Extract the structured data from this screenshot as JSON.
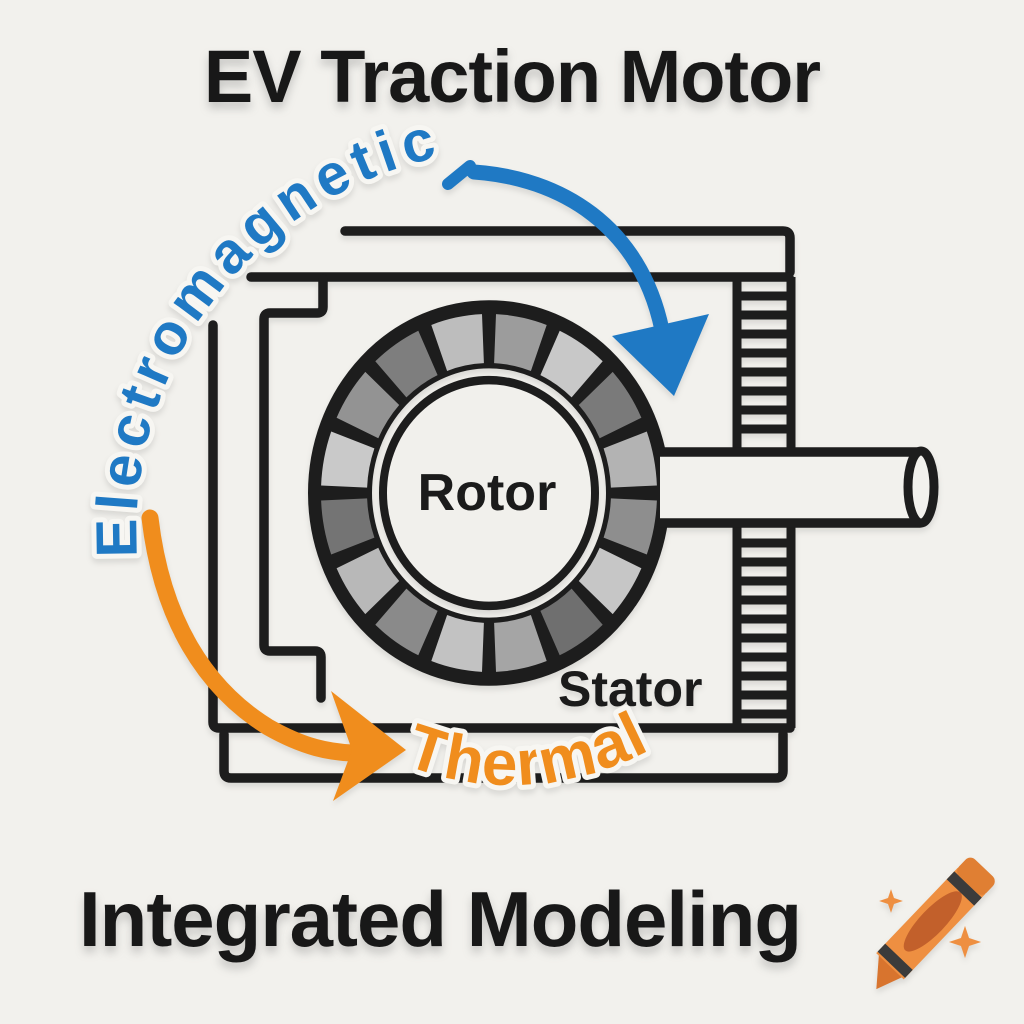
{
  "header": {
    "title": "EV Traction Motor"
  },
  "footer": {
    "title": "Integrated Modeling",
    "icon": "orange-crayon-with-sparkles"
  },
  "diagram": {
    "labels": {
      "rotor": "Rotor",
      "stator": "Stator"
    },
    "annotations": {
      "electromagnetic": {
        "label": "Electromagnetic",
        "color": "#1f79c4",
        "arrow": "curved-down-into-stator"
      },
      "thermal": {
        "label": "Thermal",
        "color": "#f08d1d",
        "arrow": "curved-down-to-bottom-right"
      }
    },
    "colors": {
      "background": "#f2f1ed",
      "outline_black": "#1d1d1d",
      "rotor_fill": "#f1f0ec",
      "electromagnetic_blue": "#1f79c4",
      "thermal_orange": "#f08d1d",
      "crayon_body": "#ee8f41",
      "crayon_dark": "#c2602b"
    },
    "stator_segment_colors": [
      "#9c9c9c",
      "#c8c8c8",
      "#7a7a7a",
      "#b3b3b3",
      "#8e8e8e",
      "#c6c6c6",
      "#6f6f6f",
      "#a5a5a5",
      "#c2c2c2",
      "#8a8a8a",
      "#b8b8b8",
      "#747474",
      "#c9c9c9",
      "#939393",
      "#7e7e7e",
      "#bdbdbd"
    ]
  }
}
